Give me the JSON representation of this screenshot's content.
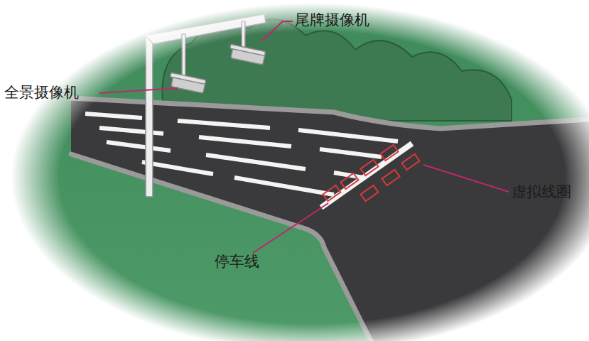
{
  "diagram": {
    "labels": [
      "尾牌摄像机",
      "全景摄像机",
      "虚拟线圈",
      "停车线"
    ]
  }
}
